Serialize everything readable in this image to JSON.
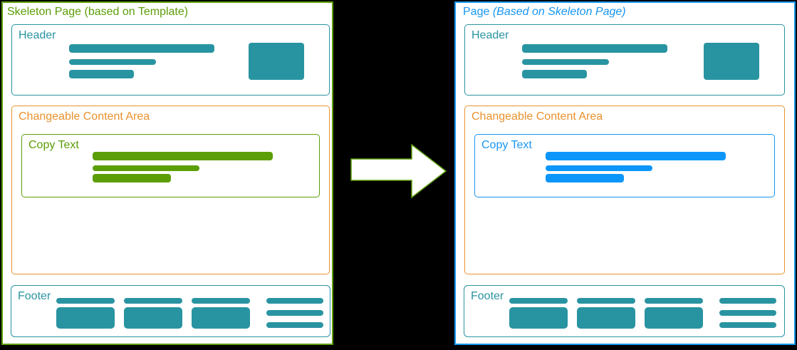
{
  "colors": {
    "background": "#000000",
    "teal": "#2994A1",
    "green": "#5C9E08",
    "orange": "#E8922E",
    "blue_border": "#1796F2",
    "blue_bar": "#0D96FA",
    "arrow_fill": "#FFFFFF",
    "arrow_outline": "#5C9E08"
  },
  "left_panel": {
    "title": "Skeleton Page (based on Template)",
    "header": {
      "label": "Header"
    },
    "content_area": {
      "label": "Changeable Content Area"
    },
    "copy_text": {
      "label": "Copy Text"
    },
    "footer": {
      "label": "Footer"
    }
  },
  "right_panel": {
    "title_prefix": "Page ",
    "title_emphasis": "(Based on Skeleton Page)",
    "header": {
      "label": "Header"
    },
    "content_area": {
      "label": "Changeable Content Area"
    },
    "copy_text": {
      "label": "Copy Text"
    },
    "footer": {
      "label": "Footer"
    }
  },
  "arrow": {
    "direction": "right"
  }
}
